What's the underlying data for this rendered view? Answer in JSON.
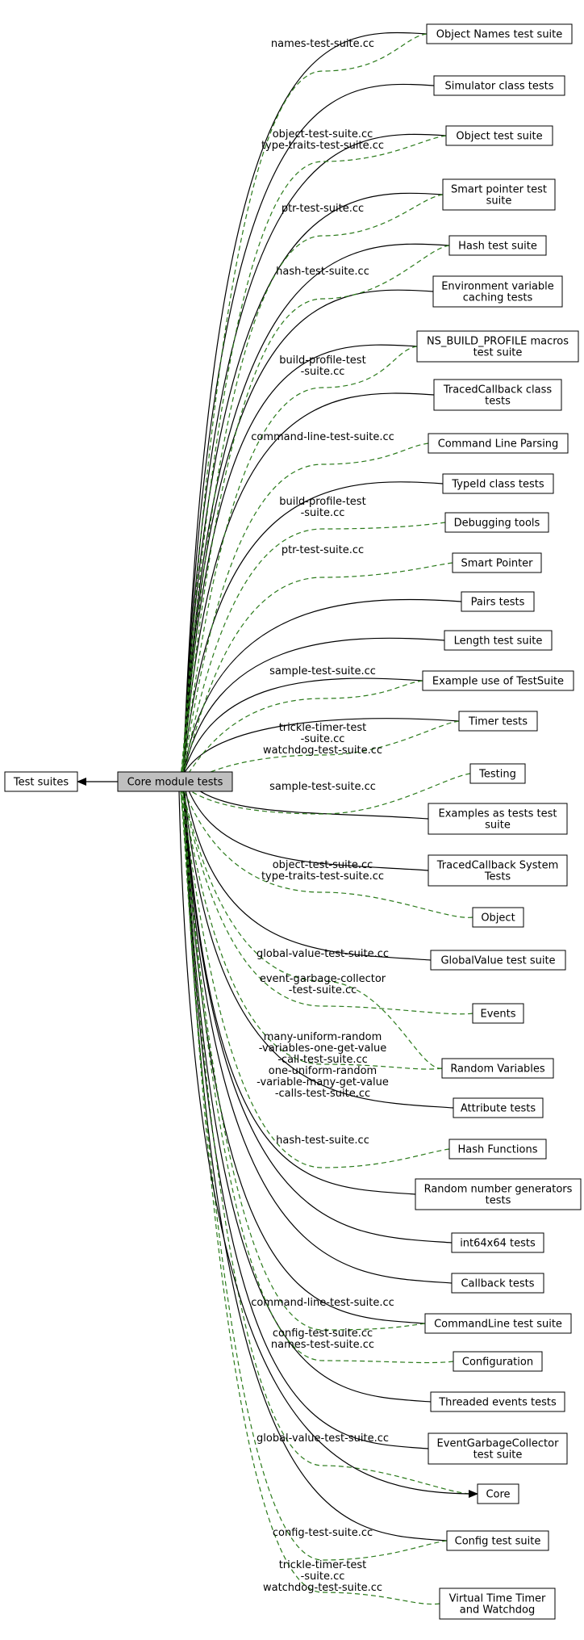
{
  "diagram": {
    "center": {
      "id": "core",
      "label": [
        "Core module tests"
      ]
    },
    "parent": {
      "id": "suites",
      "label": [
        "Test suites"
      ]
    },
    "nodes": [
      {
        "id": "object-names",
        "label": [
          "Object Names test suite"
        ]
      },
      {
        "id": "simulator",
        "label": [
          "Simulator class tests"
        ]
      },
      {
        "id": "object-test",
        "label": [
          "Object test suite"
        ]
      },
      {
        "id": "smart-ptr-test",
        "label": [
          "Smart pointer test",
          "suite"
        ]
      },
      {
        "id": "hash-test",
        "label": [
          "Hash test suite"
        ]
      },
      {
        "id": "env-var",
        "label": [
          "Environment variable",
          "caching tests"
        ]
      },
      {
        "id": "ns-build-profile",
        "label": [
          "NS_BUILD_PROFILE macros",
          "test suite"
        ]
      },
      {
        "id": "traced-cb-class",
        "label": [
          "TracedCallback class",
          "tests"
        ]
      },
      {
        "id": "cmd-line-parsing",
        "label": [
          "Command Line Parsing"
        ]
      },
      {
        "id": "typeid",
        "label": [
          "TypeId class tests"
        ]
      },
      {
        "id": "debugging",
        "label": [
          "Debugging tools"
        ]
      },
      {
        "id": "smart-pointer",
        "label": [
          "Smart Pointer"
        ]
      },
      {
        "id": "pairs",
        "label": [
          "Pairs tests"
        ]
      },
      {
        "id": "length",
        "label": [
          "Length test suite"
        ]
      },
      {
        "id": "example-testsuite",
        "label": [
          "Example use of TestSuite"
        ]
      },
      {
        "id": "timer",
        "label": [
          "Timer tests"
        ]
      },
      {
        "id": "testing",
        "label": [
          "Testing"
        ]
      },
      {
        "id": "examples-as-tests",
        "label": [
          "Examples as tests test",
          "suite"
        ]
      },
      {
        "id": "traced-cb-system",
        "label": [
          "TracedCallback System",
          "Tests"
        ]
      },
      {
        "id": "object",
        "label": [
          "Object"
        ]
      },
      {
        "id": "globalvalue",
        "label": [
          "GlobalValue test suite"
        ]
      },
      {
        "id": "events",
        "label": [
          "Events"
        ]
      },
      {
        "id": "random-vars",
        "label": [
          "Random Variables"
        ]
      },
      {
        "id": "attribute",
        "label": [
          "Attribute tests"
        ]
      },
      {
        "id": "hash-functions",
        "label": [
          "Hash Functions"
        ]
      },
      {
        "id": "rng-tests",
        "label": [
          "Random number generators",
          "tests"
        ]
      },
      {
        "id": "int64x64",
        "label": [
          "int64x64 tests"
        ]
      },
      {
        "id": "callback",
        "label": [
          "Callback tests"
        ]
      },
      {
        "id": "commandline-suite",
        "label": [
          "CommandLine test suite"
        ]
      },
      {
        "id": "configuration",
        "label": [
          "Configuration"
        ]
      },
      {
        "id": "threaded-events",
        "label": [
          "Threaded events tests"
        ]
      },
      {
        "id": "egc-suite",
        "label": [
          "EventGarbageCollector",
          "test suite"
        ]
      },
      {
        "id": "core",
        "label": [
          "Core"
        ]
      },
      {
        "id": "config-suite",
        "label": [
          "Config test suite"
        ]
      },
      {
        "id": "vtt-watchdog",
        "label": [
          "Virtual Time Timer",
          "and Watchdog"
        ]
      }
    ],
    "edge_labels": [
      {
        "id": "el-1",
        "lines": [
          "names-test-suite.cc"
        ]
      },
      {
        "id": "el-2",
        "lines": [
          "object-test-suite.cc",
          "type-traits-test-suite.cc"
        ]
      },
      {
        "id": "el-3",
        "lines": [
          "ptr-test-suite.cc"
        ]
      },
      {
        "id": "el-4",
        "lines": [
          "hash-test-suite.cc"
        ]
      },
      {
        "id": "el-5",
        "lines": [
          "build-profile-test",
          "-suite.cc"
        ]
      },
      {
        "id": "el-6",
        "lines": [
          "command-line-test-suite.cc"
        ]
      },
      {
        "id": "el-7",
        "lines": [
          "build-profile-test",
          "-suite.cc"
        ]
      },
      {
        "id": "el-8",
        "lines": [
          "ptr-test-suite.cc"
        ]
      },
      {
        "id": "el-9",
        "lines": [
          "sample-test-suite.cc"
        ]
      },
      {
        "id": "el-10",
        "lines": [
          "trickle-timer-test",
          "-suite.cc",
          "watchdog-test-suite.cc"
        ]
      },
      {
        "id": "el-11",
        "lines": [
          "sample-test-suite.cc"
        ]
      },
      {
        "id": "el-12",
        "lines": [
          "object-test-suite.cc",
          "type-traits-test-suite.cc"
        ]
      },
      {
        "id": "el-13",
        "lines": [
          "global-value-test-suite.cc"
        ]
      },
      {
        "id": "el-14",
        "lines": [
          "event-garbage-collector",
          "-test-suite.cc"
        ]
      },
      {
        "id": "el-15",
        "lines": [
          "many-uniform-random",
          "-variables-one-get-value",
          "-call-test-suite.cc",
          "one-uniform-random",
          "-variable-many-get-value",
          "-calls-test-suite.cc"
        ]
      },
      {
        "id": "el-16",
        "lines": [
          "hash-test-suite.cc"
        ]
      },
      {
        "id": "el-17",
        "lines": [
          "command-line-test-suite.cc"
        ]
      },
      {
        "id": "el-18",
        "lines": [
          "config-test-suite.cc",
          "names-test-suite.cc"
        ]
      },
      {
        "id": "el-19",
        "lines": [
          "global-value-test-suite.cc"
        ]
      },
      {
        "id": "el-20",
        "lines": [
          "config-test-suite.cc"
        ]
      },
      {
        "id": "el-21",
        "lines": [
          "trickle-timer-test",
          "-suite.cc",
          "watchdog-test-suite.cc"
        ]
      }
    ],
    "colors": {
      "solid_edge": "#000000",
      "dashed_edge": "#2a7a1a",
      "center_fill": "#bfbfbf",
      "node_fill": "#ffffff"
    }
  }
}
